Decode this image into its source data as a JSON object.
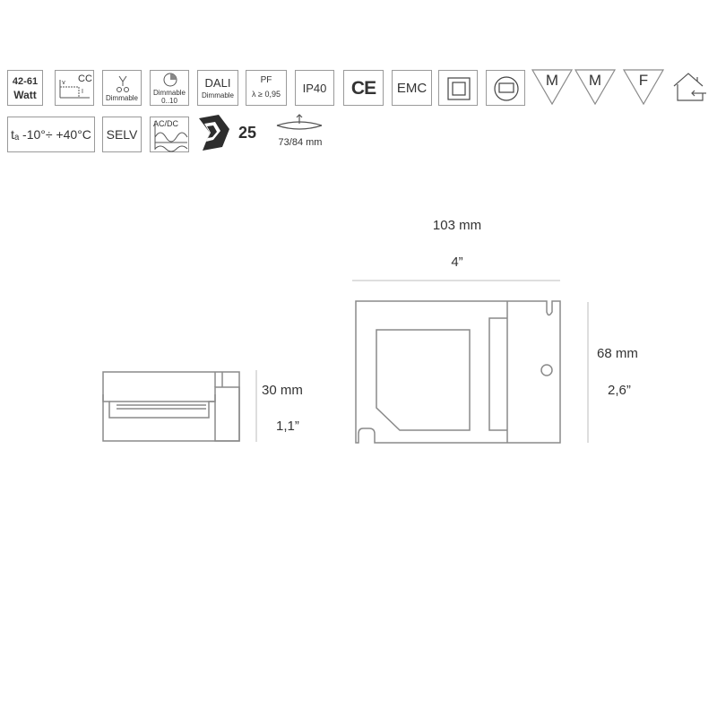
{
  "icons": {
    "power": {
      "line1": "42-61",
      "line2": "Watt"
    },
    "cc": {
      "label": "CC",
      "axis_v": "v",
      "axis_i": "I"
    },
    "dimmable": {
      "label": "Dimmable"
    },
    "dim010": {
      "line1": "Dimmable",
      "line2": "0..10"
    },
    "dali": {
      "line1": "DALI",
      "line2": "Dimmable"
    },
    "pf": {
      "line1": "PF",
      "line2": "λ ≥ 0,95"
    },
    "ip": {
      "label": "IP40"
    },
    "ce": {
      "label": "CE"
    },
    "emc": {
      "label": "EMC"
    },
    "m1": {
      "label": "M"
    },
    "m2": {
      "label": "M"
    },
    "f": {
      "label": "F"
    },
    "temp": {
      "label": "tₐ -10°÷ +40°C"
    },
    "selv": {
      "label": "SELV"
    },
    "acdc": {
      "label": "AC/DC"
    },
    "enec": {
      "number": "25"
    },
    "cutout": {
      "label": "73/84 mm"
    }
  },
  "dimensions": {
    "length_mm": "103 mm",
    "length_in": "4”",
    "height_mm": "30 mm",
    "height_in": "1,1”",
    "width_mm": "68 mm",
    "width_in": "2,6”"
  }
}
